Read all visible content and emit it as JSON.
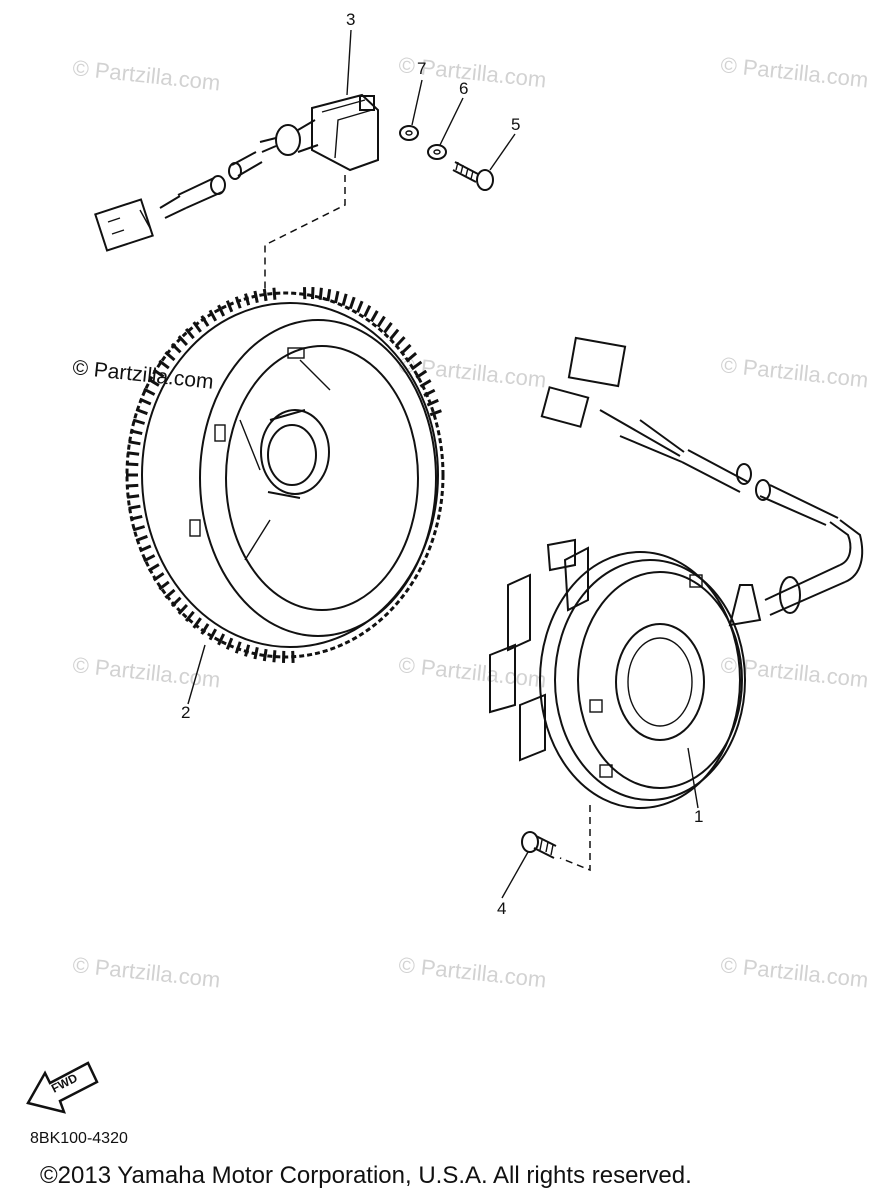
{
  "diagram": {
    "callouts": [
      "1",
      "2",
      "3",
      "4",
      "5",
      "6",
      "7"
    ],
    "watermark": "© Partzilla.com",
    "fwd_label": "FWD",
    "diagram_code": "8BK100-4320",
    "copyright": "©2013  Yamaha Motor Corporation, U.S.A. All rights reserved."
  }
}
